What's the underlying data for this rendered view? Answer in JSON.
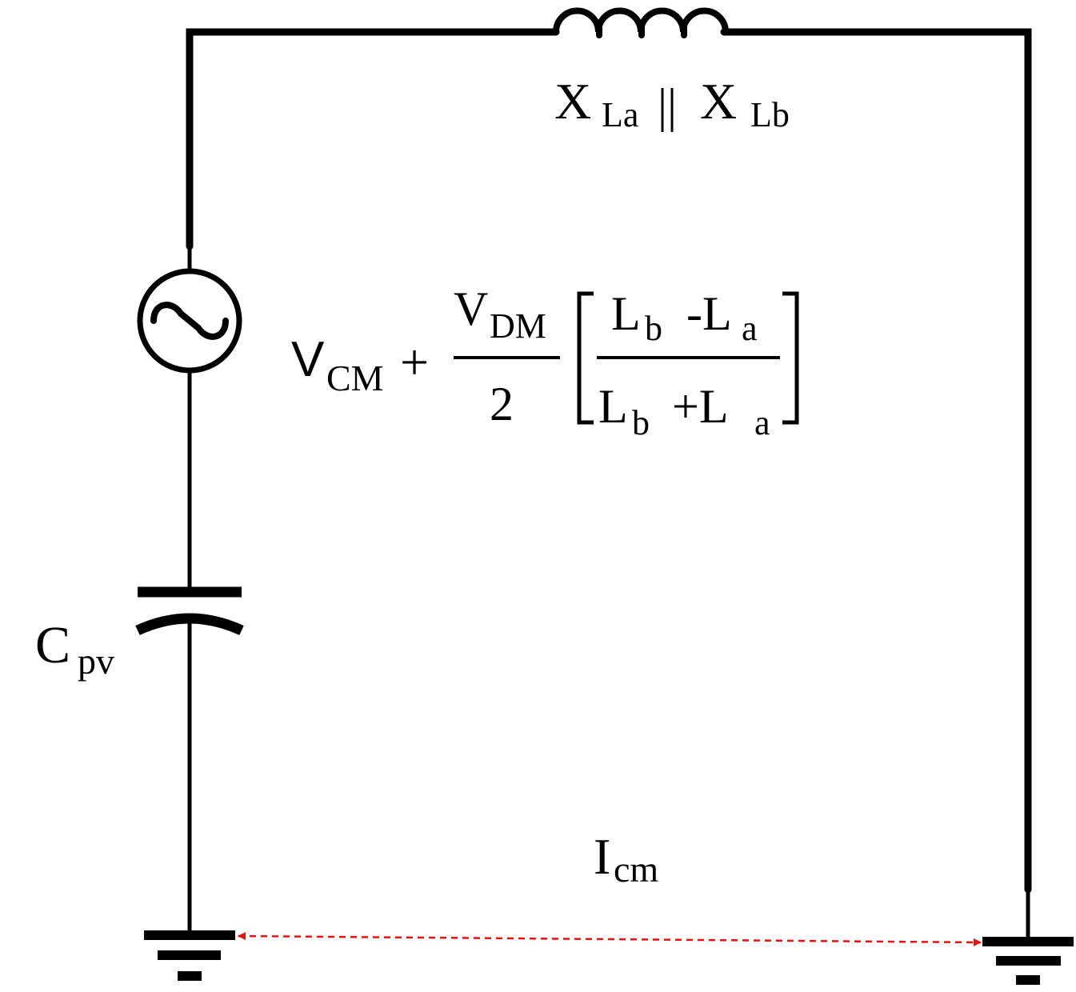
{
  "colors": {
    "wire": "#000000",
    "current_arrow": "#e8110f",
    "background": "#ffffff"
  },
  "inductor": {
    "label_main_1": "X",
    "label_sub_1": "La",
    "label_separator": "||",
    "label_main_2": "X",
    "label_sub_2": "Lb"
  },
  "source": {
    "icon": "ac-voltage-source-icon",
    "vcm_main": "V",
    "vcm_sub": "CM",
    "plus": "+",
    "frac_num_main": "V",
    "frac_num_sub": "DM",
    "frac_den": "2",
    "ratio_num_l1": "L",
    "ratio_num_s1": "b",
    "ratio_num_op": "-L",
    "ratio_num_s2": "a",
    "ratio_den_l1": "L",
    "ratio_den_s1": "b",
    "ratio_den_op": "+L",
    "ratio_den_s2": "a"
  },
  "capacitor": {
    "icon": "capacitor-icon",
    "label_main": "C",
    "label_sub": "pv"
  },
  "current": {
    "label_main": "I",
    "label_sub": "cm"
  },
  "grounds": {
    "left_icon": "ground-icon",
    "right_icon": "ground-icon"
  }
}
